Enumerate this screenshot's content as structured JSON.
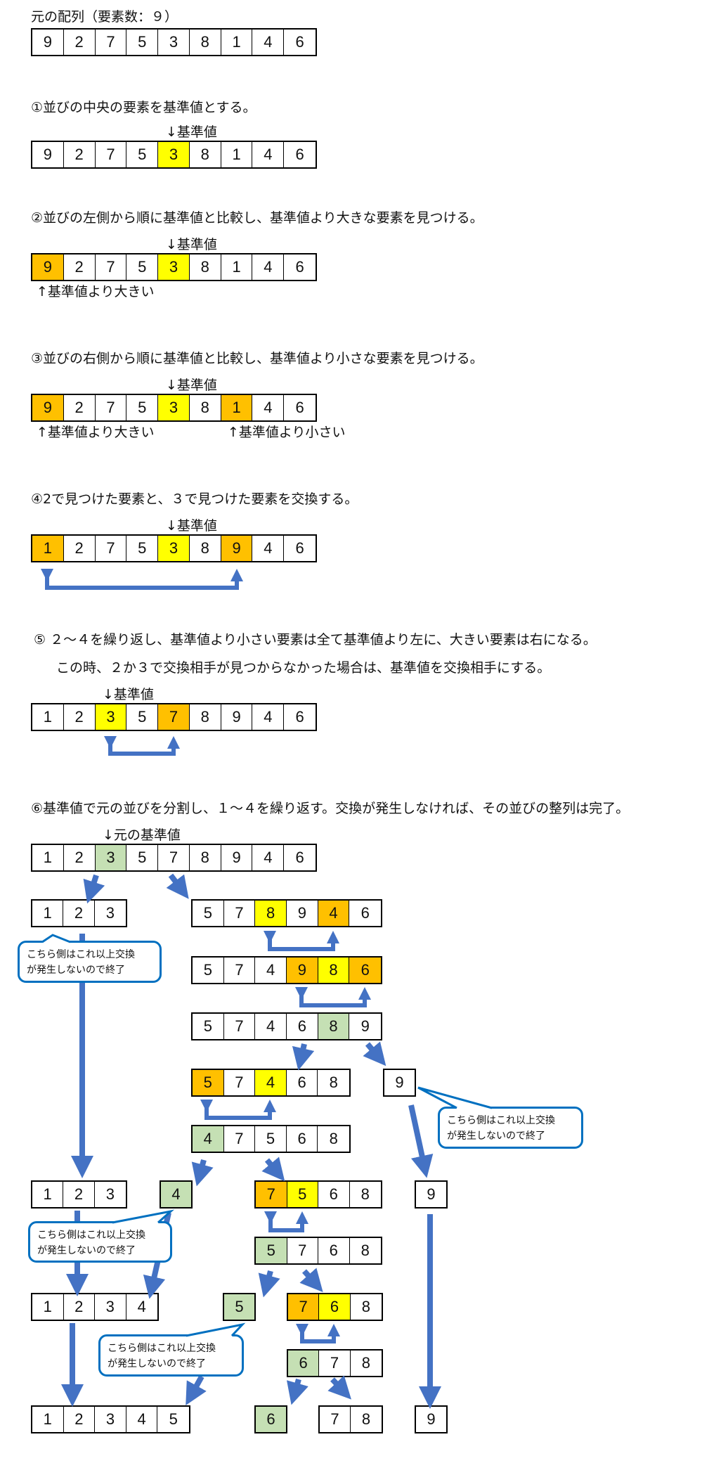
{
  "colors": {
    "y": "#FFFF00",
    "o": "#FFC000",
    "g": "#C5E0B4",
    "": "#FFFFFF",
    "arrow": "#4472C4",
    "callout_border": "#0070C0"
  },
  "texts": {
    "original": "元の配列（要素数：９）",
    "step1": "①並びの中央の要素を基準値とする。",
    "step2": "②並びの左側から順に基準値と比較し、基準値より大きな要素を見つける。",
    "step3": "③並びの右側から順に基準値と比較し、基準値より小さな要素を見つける。",
    "step4": "④2で見つけた要素と、３で見つけた要素を交換する。",
    "step5_line1": "⑤ ２～４を繰り返し、基準値より小さい要素は全て基準値より左に、大きい要素は右になる。",
    "step5_line2": "この時、２か３で交換相手が見つからなかった場合は、基準値を交換相手にする。",
    "step6": "⑥基準値で元の並びを分割し、１～４を繰り返す。交換が発生しなければ、その並びの整列は完了。"
  },
  "labels": {
    "pivot": "↓基準値",
    "greater": "↑基準値より大きい",
    "smaller": "↑基準値より小さい",
    "original_pivot": "↓元の基準値"
  },
  "callout": {
    "line1": "こちら側はこれ以上交換",
    "line2": "が発生しないので終了"
  },
  "rows": [
    {
      "values": [
        9,
        2,
        7,
        5,
        3,
        8,
        1,
        4,
        6
      ],
      "colors": [
        "",
        "",
        "",
        "",
        "",
        "",
        "",
        "",
        ""
      ]
    },
    {
      "values": [
        9,
        2,
        7,
        5,
        3,
        8,
        1,
        4,
        6
      ],
      "colors": [
        "",
        "",
        "",
        "",
        "y",
        "",
        "",
        "",
        ""
      ]
    },
    {
      "values": [
        9,
        2,
        7,
        5,
        3,
        8,
        1,
        4,
        6
      ],
      "colors": [
        "o",
        "",
        "",
        "",
        "y",
        "",
        "",
        "",
        ""
      ]
    },
    {
      "values": [
        9,
        2,
        7,
        5,
        3,
        8,
        1,
        4,
        6
      ],
      "colors": [
        "o",
        "",
        "",
        "",
        "y",
        "",
        "o",
        "",
        ""
      ]
    },
    {
      "values": [
        1,
        2,
        7,
        5,
        3,
        8,
        9,
        4,
        6
      ],
      "colors": [
        "o",
        "",
        "",
        "",
        "y",
        "",
        "o",
        "",
        ""
      ]
    },
    {
      "values": [
        1,
        2,
        3,
        5,
        7,
        8,
        9,
        4,
        6
      ],
      "colors": [
        "",
        "",
        "y",
        "",
        "o",
        "",
        "",
        "",
        ""
      ]
    },
    {
      "values": [
        1,
        2,
        3,
        5,
        7,
        8,
        9,
        4,
        6
      ],
      "colors": [
        "",
        "",
        "g",
        "",
        "",
        "",
        "",
        "",
        ""
      ]
    },
    {
      "values": [
        1,
        2,
        3
      ],
      "colors": [
        "",
        "",
        ""
      ]
    },
    {
      "values": [
        5,
        7,
        8,
        9,
        4,
        6
      ],
      "colors": [
        "",
        "",
        "y",
        "",
        "o",
        ""
      ]
    },
    {
      "values": [
        5,
        7,
        4,
        9,
        8,
        6
      ],
      "colors": [
        "",
        "",
        "",
        "o",
        "y",
        "o"
      ]
    },
    {
      "values": [
        5,
        7,
        4,
        6,
        8,
        9
      ],
      "colors": [
        "",
        "",
        "",
        "",
        "g",
        ""
      ]
    },
    {
      "values": [
        5,
        7,
        4,
        6,
        8
      ],
      "colors": [
        "o",
        "",
        "y",
        "",
        ""
      ]
    },
    {
      "values": [
        9
      ],
      "colors": [
        ""
      ]
    },
    {
      "values": [
        4,
        7,
        5,
        6,
        8
      ],
      "colors": [
        "g",
        "",
        "",
        "",
        ""
      ]
    },
    {
      "values": [
        1,
        2,
        3
      ],
      "colors": [
        "",
        "",
        ""
      ]
    },
    {
      "values": [
        4
      ],
      "colors": [
        "g"
      ]
    },
    {
      "values": [
        7,
        5,
        6,
        8
      ],
      "colors": [
        "o",
        "y",
        "",
        ""
      ]
    },
    {
      "values": [
        9
      ],
      "colors": [
        ""
      ]
    },
    {
      "values": [
        5,
        7,
        6,
        8
      ],
      "colors": [
        "g",
        "",
        "",
        ""
      ]
    },
    {
      "values": [
        1,
        2,
        3,
        4
      ],
      "colors": [
        "",
        "",
        "",
        ""
      ]
    },
    {
      "values": [
        5
      ],
      "colors": [
        "g"
      ]
    },
    {
      "values": [
        7,
        6,
        8
      ],
      "colors": [
        "o",
        "y",
        ""
      ]
    },
    {
      "values": [
        6,
        7,
        8
      ],
      "colors": [
        "g",
        "",
        ""
      ]
    },
    {
      "values": [
        1,
        2,
        3,
        4,
        5
      ],
      "colors": [
        "",
        "",
        "",
        "",
        ""
      ]
    },
    {
      "values": [
        6
      ],
      "colors": [
        "g"
      ]
    },
    {
      "values": [
        7,
        8
      ],
      "colors": [
        "",
        ""
      ]
    },
    {
      "values": [
        9
      ],
      "colors": [
        ""
      ]
    }
  ]
}
